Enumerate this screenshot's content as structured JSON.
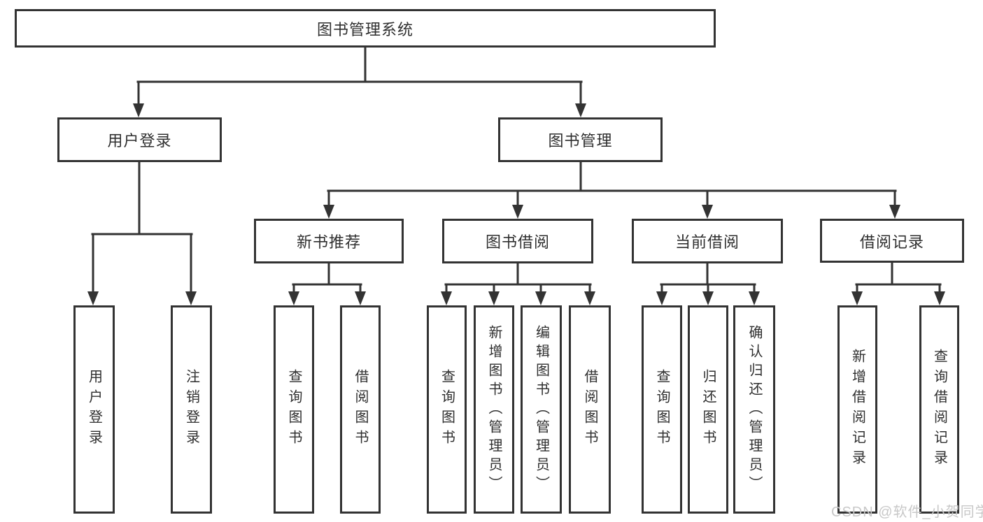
{
  "nodes": {
    "root": {
      "label": "图书管理系统"
    },
    "user_login": {
      "label": "用户登录"
    },
    "book_mgmt": {
      "label": "图书管理"
    },
    "new_book_rec": {
      "label": "新书推荐"
    },
    "book_borrowing": {
      "label": "图书借阅"
    },
    "current_borrowing": {
      "label": "当前借阅"
    },
    "borrowing_records": {
      "label": "借阅记录"
    },
    "leaf_user_login": {
      "label": "用户登录"
    },
    "leaf_logout": {
      "label": "注销登录"
    },
    "leaf_nbr_query_books": {
      "label": "查询图书"
    },
    "leaf_nbr_borrow_books": {
      "label": "借阅图书"
    },
    "leaf_bb_query_books": {
      "label": "查询图书"
    },
    "leaf_bb_add_books_admin": {
      "label": "新增图书（管理员）"
    },
    "leaf_bb_edit_books_admin": {
      "label": "编辑图书（管理员）"
    },
    "leaf_bb_borrow_books": {
      "label": "借阅图书"
    },
    "leaf_cb_query_books": {
      "label": "查询图书"
    },
    "leaf_cb_return_books": {
      "label": "归还图书"
    },
    "leaf_cb_confirm_return_admin": {
      "label": "确认归还（管理员）"
    },
    "leaf_br_add_record": {
      "label": "新增借阅记录"
    },
    "leaf_br_query_record": {
      "label": "查询借阅记录"
    }
  },
  "watermark": {
    "text": "CSDN @软件_小贺同学"
  },
  "colors": {
    "line": "#333333",
    "text": "#2f2f2f",
    "box_background": "#ffffff",
    "watermark": "#c8c8c8",
    "background": "#ffffff"
  }
}
